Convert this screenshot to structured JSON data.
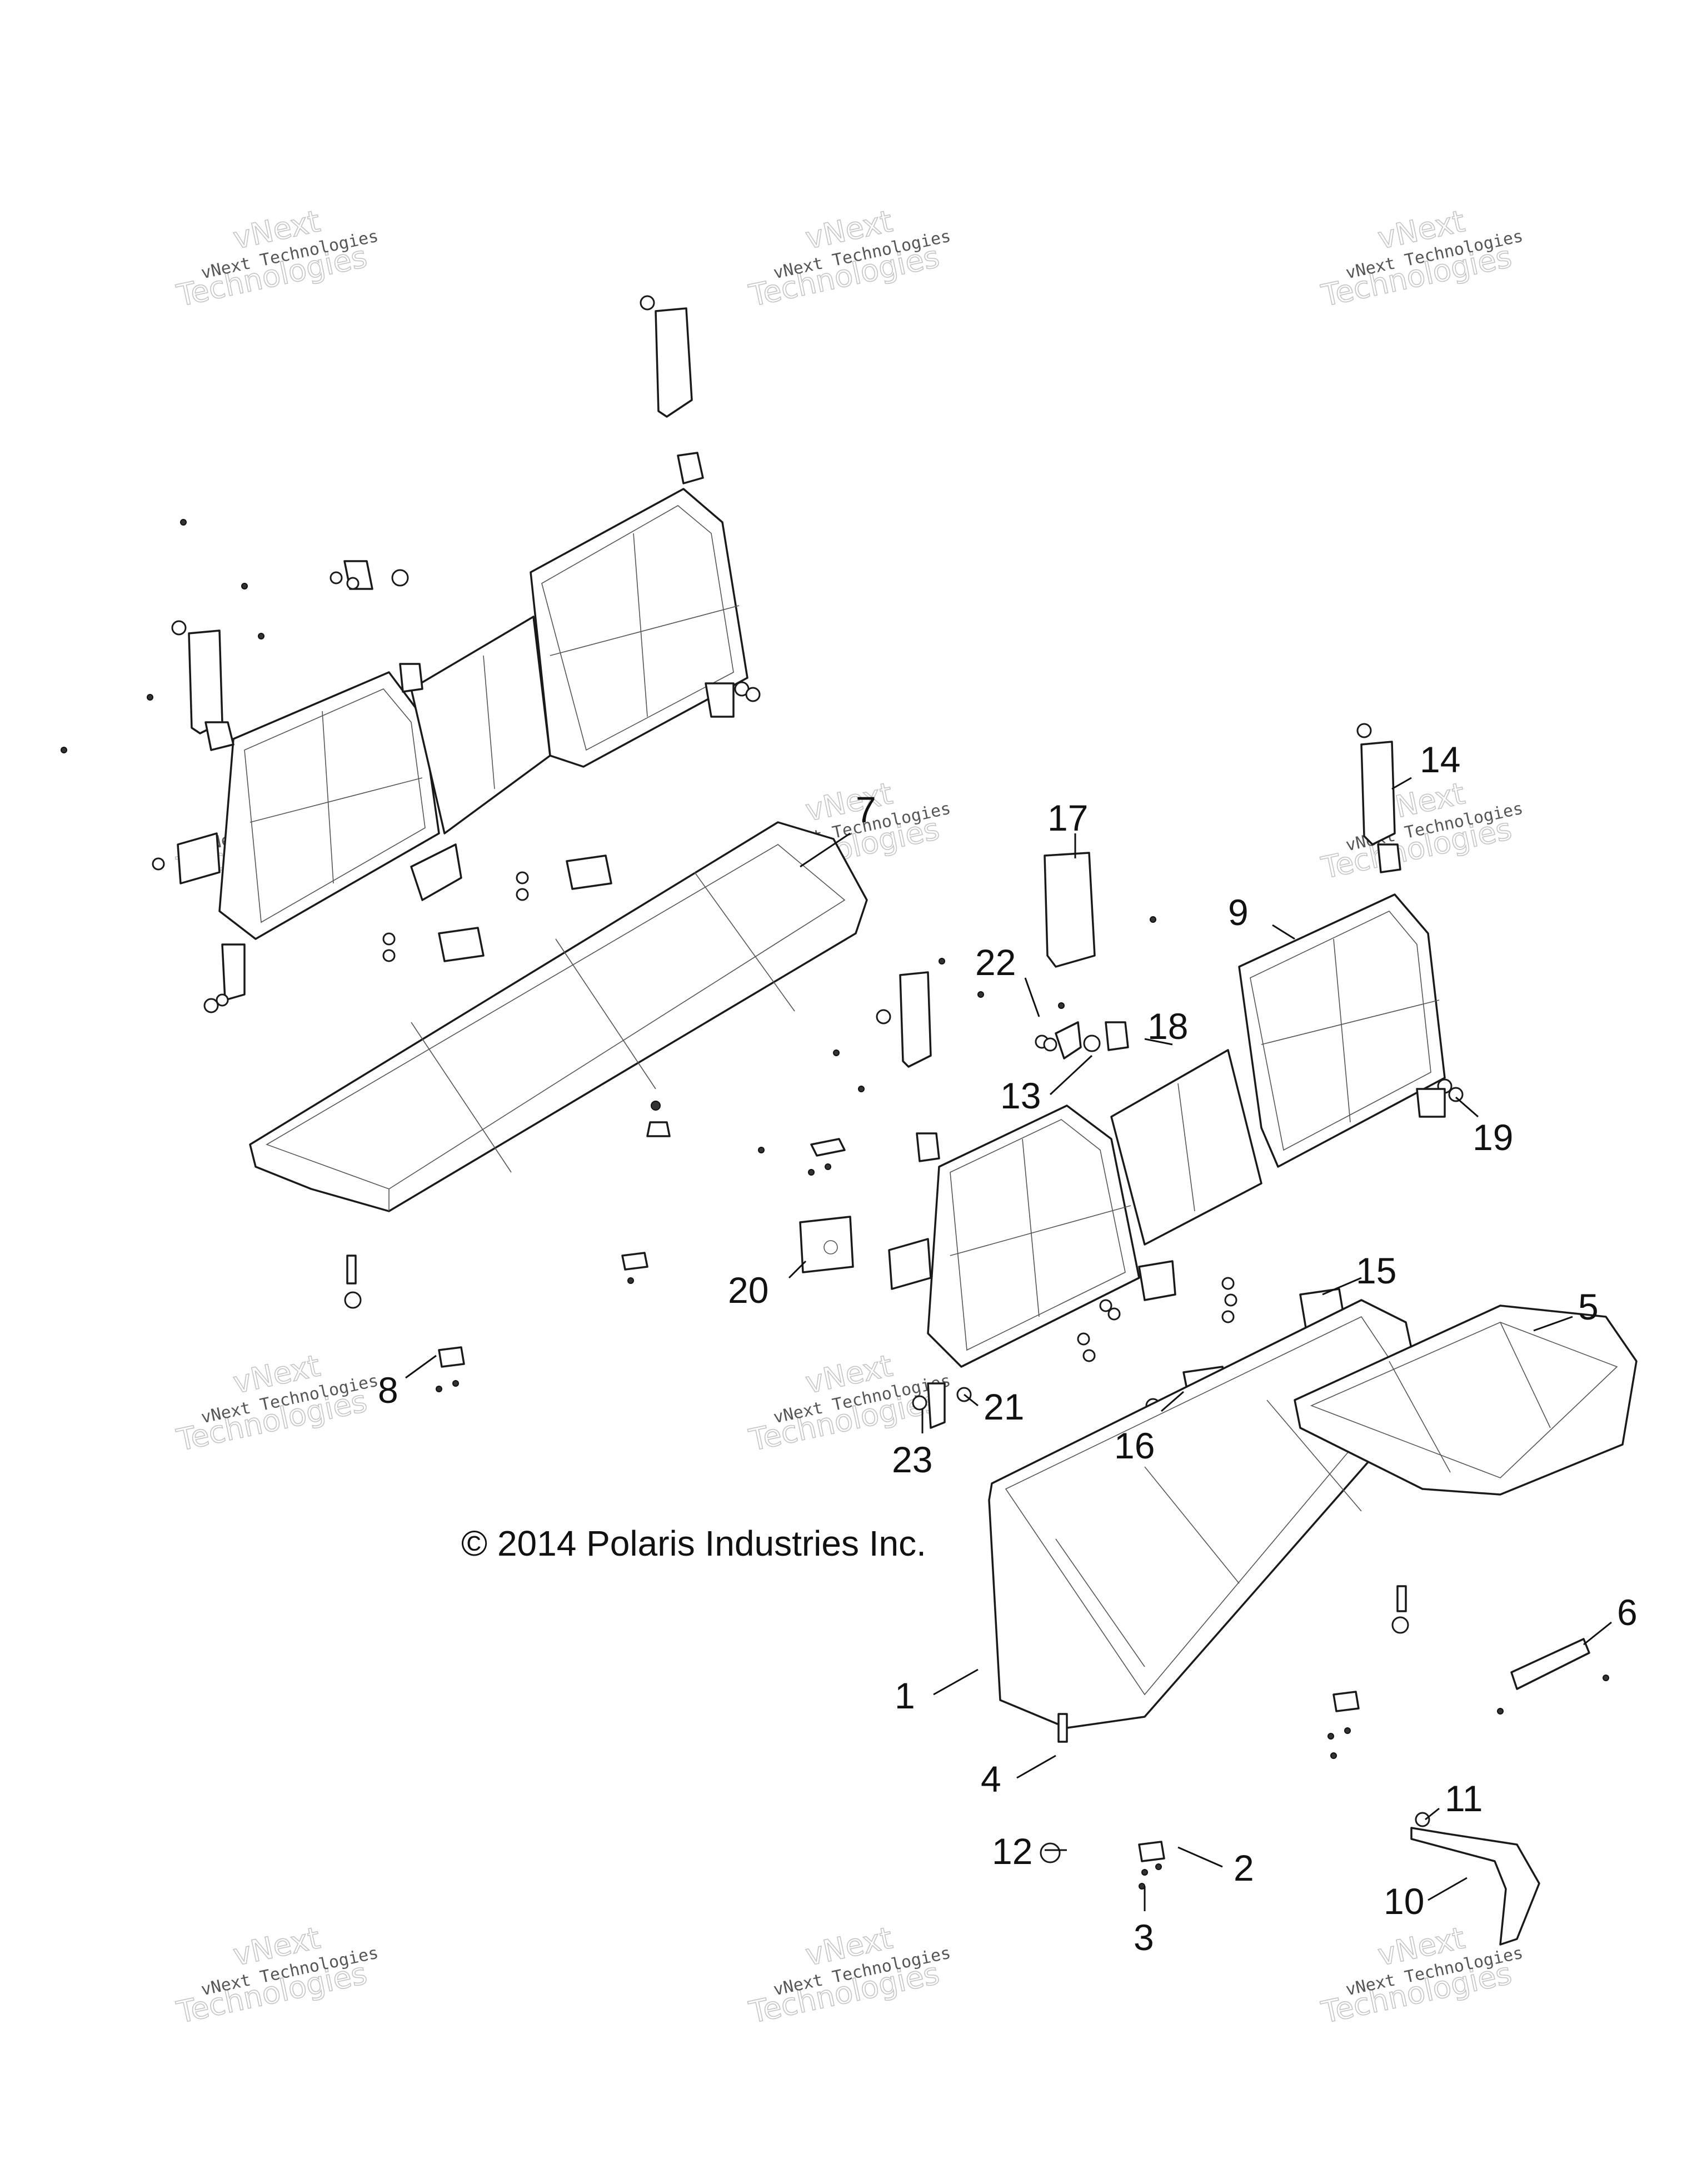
{
  "copyright": "© 2014 Polaris Industries Inc.",
  "watermark": {
    "line1": "vNext Technologies",
    "line2": "vNext",
    "line3": "Technologies"
  },
  "callouts": [
    {
      "id": "1",
      "label": "1"
    },
    {
      "id": "2",
      "label": "2"
    },
    {
      "id": "3",
      "label": "3"
    },
    {
      "id": "4",
      "label": "4"
    },
    {
      "id": "5",
      "label": "5"
    },
    {
      "id": "6",
      "label": "6"
    },
    {
      "id": "7",
      "label": "7"
    },
    {
      "id": "8",
      "label": "8"
    },
    {
      "id": "9",
      "label": "9"
    },
    {
      "id": "10",
      "label": "10"
    },
    {
      "id": "11",
      "label": "11"
    },
    {
      "id": "12",
      "label": "12"
    },
    {
      "id": "13",
      "label": "13"
    },
    {
      "id": "14",
      "label": "14"
    },
    {
      "id": "15",
      "label": "15"
    },
    {
      "id": "16",
      "label": "16"
    },
    {
      "id": "17",
      "label": "17"
    },
    {
      "id": "18",
      "label": "18"
    },
    {
      "id": "19",
      "label": "19"
    },
    {
      "id": "20",
      "label": "20"
    },
    {
      "id": "21",
      "label": "21"
    },
    {
      "id": "22",
      "label": "22"
    },
    {
      "id": "23",
      "label": "23"
    }
  ]
}
